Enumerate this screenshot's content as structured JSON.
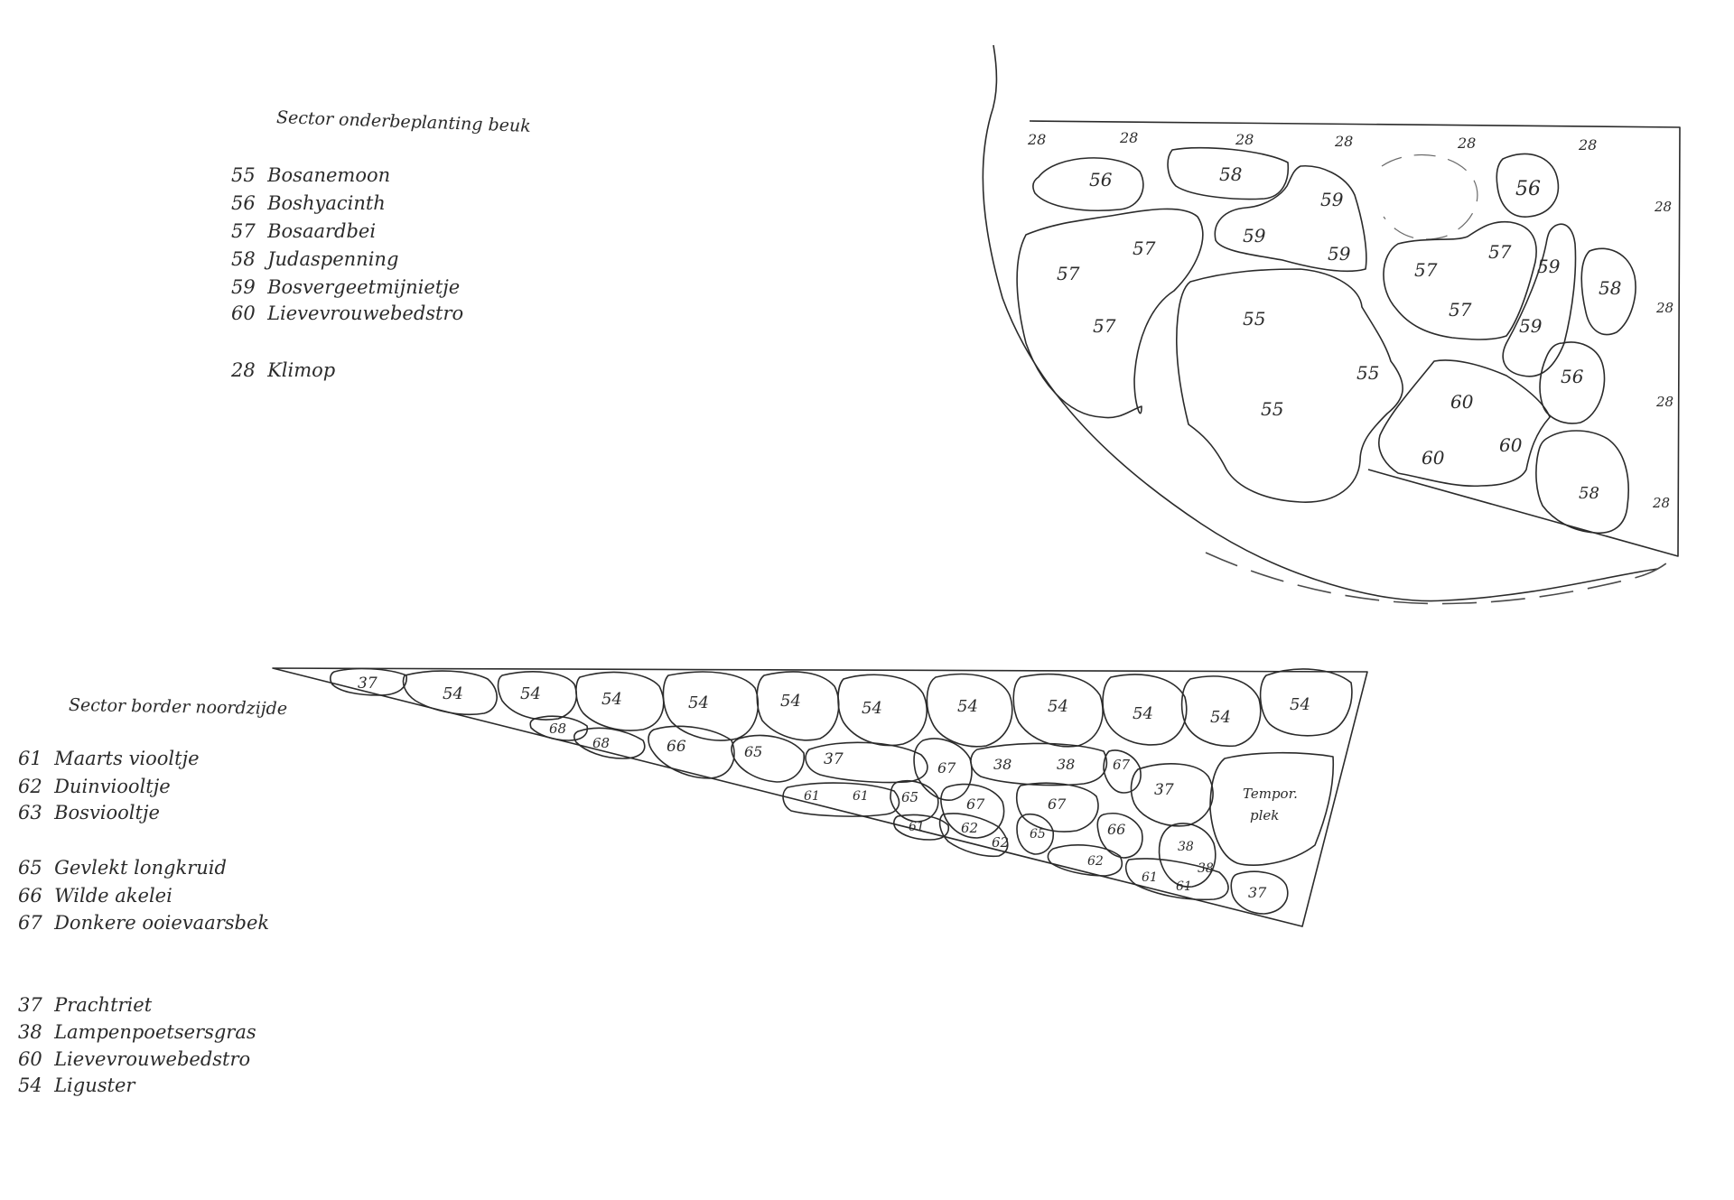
{
  "sector1": {
    "title": "Sector onderbeplanting beuk",
    "legend": [
      {
        "code": "55",
        "name": "Bosanemoon"
      },
      {
        "code": "56",
        "name": "Boshyacinth"
      },
      {
        "code": "57",
        "name": "Bosaardbei"
      },
      {
        "code": "58",
        "name": "Judaspenning"
      },
      {
        "code": "59",
        "name": "Bosvergeetmijnietje"
      },
      {
        "code": "60",
        "name": "Lievevrouwebedstro"
      },
      {
        "code": "28",
        "name": "Klimop"
      }
    ],
    "patches": [
      {
        "id": "s1-56a",
        "label": "56"
      },
      {
        "id": "s1-58a",
        "label": "58"
      },
      {
        "id": "s1-59",
        "labels": [
          "59",
          "59",
          "59"
        ]
      },
      {
        "id": "s1-56b",
        "label": "56"
      },
      {
        "id": "s1-57a",
        "labels": [
          "57",
          "57",
          "57"
        ]
      },
      {
        "id": "s1-55",
        "labels": [
          "55",
          "55",
          "55"
        ]
      },
      {
        "id": "s1-57b",
        "labels": [
          "57",
          "57",
          "57"
        ]
      },
      {
        "id": "s1-59b",
        "labels": [
          "59",
          "59"
        ]
      },
      {
        "id": "s1-58b",
        "label": "58"
      },
      {
        "id": "s1-56c",
        "label": "56"
      },
      {
        "id": "s1-60",
        "labels": [
          "60",
          "60",
          "60"
        ]
      },
      {
        "id": "s1-58c",
        "label": "58"
      }
    ],
    "ivy_marks": [
      "28",
      "28",
      "28",
      "28",
      "28",
      "28",
      "28",
      "28",
      "28",
      "28"
    ]
  },
  "sector2": {
    "title": "Sector border noordzijde",
    "legend": [
      {
        "code": "61",
        "name": "Maarts viooltje"
      },
      {
        "code": "62",
        "name": "Duinviooltje"
      },
      {
        "code": "63",
        "name": "Bosviooltje"
      },
      {
        "code": "65",
        "name": "Gevlekt longkruid"
      },
      {
        "code": "66",
        "name": "Wilde akelei"
      },
      {
        "code": "67",
        "name": "Donkere ooievaarsbek"
      },
      {
        "code": "37",
        "name": "Prachtriet"
      },
      {
        "code": "38",
        "name": "Lampenpoetsersgras"
      },
      {
        "code": "60",
        "name": "Lievevrouwebedstro"
      },
      {
        "code": "54",
        "name": "Liguster"
      }
    ],
    "patches": [
      {
        "id": "s2-37a",
        "label": "37"
      },
      {
        "id": "s2-54a",
        "label": "54"
      },
      {
        "id": "s2-54b",
        "label": "54"
      },
      {
        "id": "s2-54c",
        "label": "54"
      },
      {
        "id": "s2-54d",
        "label": "54"
      },
      {
        "id": "s2-54e",
        "label": "54"
      },
      {
        "id": "s2-54f",
        "label": "54"
      },
      {
        "id": "s2-54g",
        "label": "54"
      },
      {
        "id": "s2-54h",
        "label": "54"
      },
      {
        "id": "s2-54i",
        "label": "54"
      },
      {
        "id": "s2-54j",
        "label": "54"
      },
      {
        "id": "s2-54k",
        "label": "54"
      },
      {
        "id": "s2-68a",
        "label": "68"
      },
      {
        "id": "s2-68b",
        "label": "68"
      },
      {
        "id": "s2-66a",
        "label": "66"
      },
      {
        "id": "s2-65a",
        "label": "65"
      },
      {
        "id": "s2-37b",
        "label": "37"
      },
      {
        "id": "s2-67a",
        "label": "67"
      },
      {
        "id": "s2-38a",
        "labels": [
          "38",
          "38"
        ]
      },
      {
        "id": "s2-67b",
        "label": "67"
      },
      {
        "id": "s2-37c",
        "label": "37"
      },
      {
        "id": "s2-vp",
        "labels": [
          "Tempor.",
          "plek"
        ]
      },
      {
        "id": "s2-61a",
        "labels": [
          "61",
          "61"
        ]
      },
      {
        "id": "s2-65b",
        "label": "65"
      },
      {
        "id": "s2-67c",
        "label": "67"
      },
      {
        "id": "s2-67d",
        "label": "67"
      },
      {
        "id": "s2-61b",
        "label": "61"
      },
      {
        "id": "s2-62a",
        "labels": [
          "62",
          "62"
        ]
      },
      {
        "id": "s2-65c",
        "label": "65"
      },
      {
        "id": "s2-66b",
        "label": "66"
      },
      {
        "id": "s2-38b",
        "labels": [
          "38",
          "38"
        ]
      },
      {
        "id": "s2-62b",
        "label": "62"
      },
      {
        "id": "s2-61c",
        "labels": [
          "61",
          "61"
        ]
      },
      {
        "id": "s2-37d",
        "label": "37"
      }
    ]
  }
}
